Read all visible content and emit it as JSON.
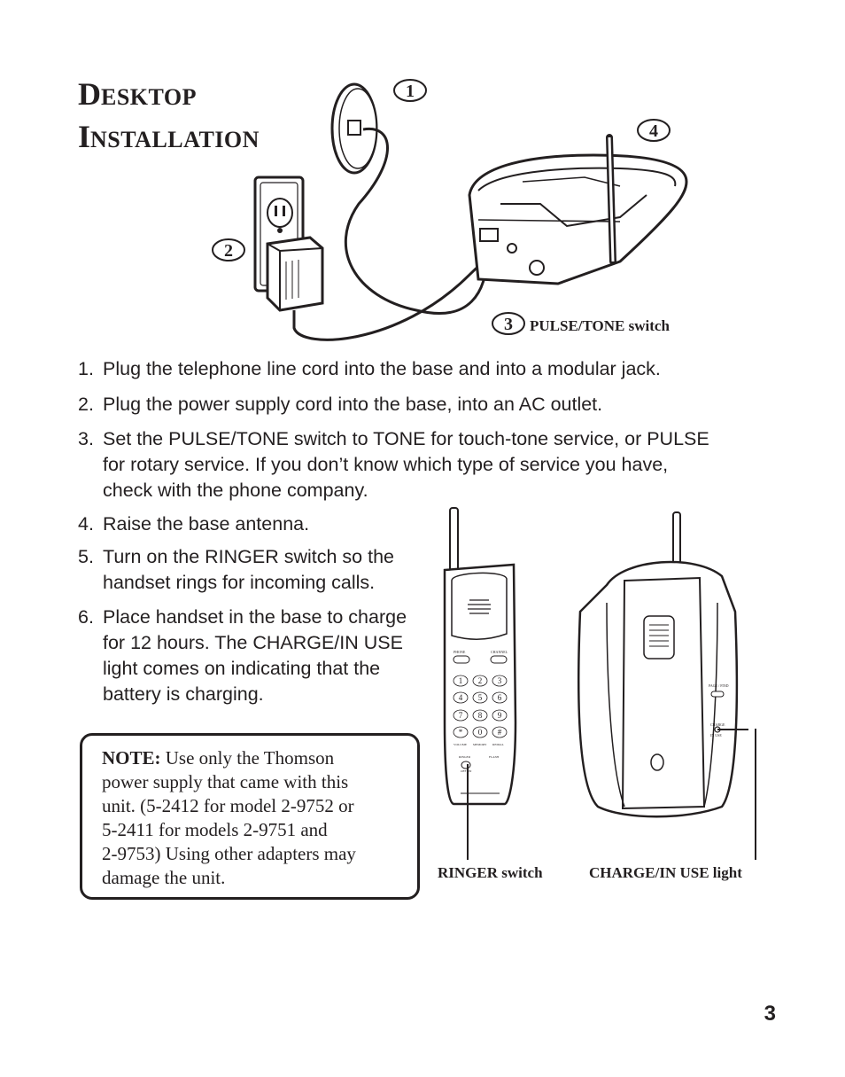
{
  "title": {
    "line1_cap": "D",
    "line1_rest": "ESKTOP",
    "line2_cap": "I",
    "line2_rest": "NSTALLATION"
  },
  "callouts": {
    "c1": "1",
    "c2": "2",
    "c3": "3",
    "c4": "4"
  },
  "captions": {
    "pulse_tone": "PULSE/TONE switch",
    "ringer": "RINGER switch",
    "charge": "CHARGE/IN USE light"
  },
  "steps": [
    {
      "num": "1.",
      "lines": [
        "Plug the telephone line cord into the base and into a modular jack."
      ]
    },
    {
      "num": "2.",
      "lines": [
        "Plug the power supply cord into the base, into an AC outlet."
      ]
    },
    {
      "num": "3.",
      "lines": [
        "Set the PULSE/TONE switch to TONE for touch-tone service, or PULSE",
        "for rotary service. If you don’t know which type of service you have,",
        "check with the phone company."
      ]
    },
    {
      "num": "4.",
      "lines": [
        "Raise the base antenna."
      ]
    },
    {
      "num": "5.",
      "lines": [
        "Turn on the RINGER switch so the",
        "handset rings for incoming calls."
      ]
    },
    {
      "num": "6.",
      "lines": [
        "Place handset in the base to charge",
        "for 12 hours. The CHARGE/IN USE",
        "light comes on indicating that the",
        "battery is charging."
      ]
    }
  ],
  "note": {
    "label": "NOTE:",
    "lines": [
      " Use only the Thomson",
      "power supply that came with this",
      "unit. (5-2412 for model 2-9752 or",
      " 5-2411 for models 2-9751 and",
      "2-9753) Using other adapters may",
      "damage the unit."
    ]
  },
  "handset_labels": {
    "phone": "PHONE",
    "channel": "CHANNEL",
    "keys": [
      "1",
      "2",
      "3",
      "4",
      "5",
      "6",
      "7",
      "8",
      "9",
      "*",
      "0",
      "#"
    ],
    "volume": "VOLUME",
    "memory": "MEMORY",
    "redial": "REDIAL",
    "ringer": "RINGER",
    "flash": "FLASH",
    "off_on": "OFF  ON"
  },
  "base_labels": {
    "page_find": "PAGE / FIND",
    "charge": "CHARGE",
    "in_use": "IN USE"
  },
  "page_number": "3"
}
